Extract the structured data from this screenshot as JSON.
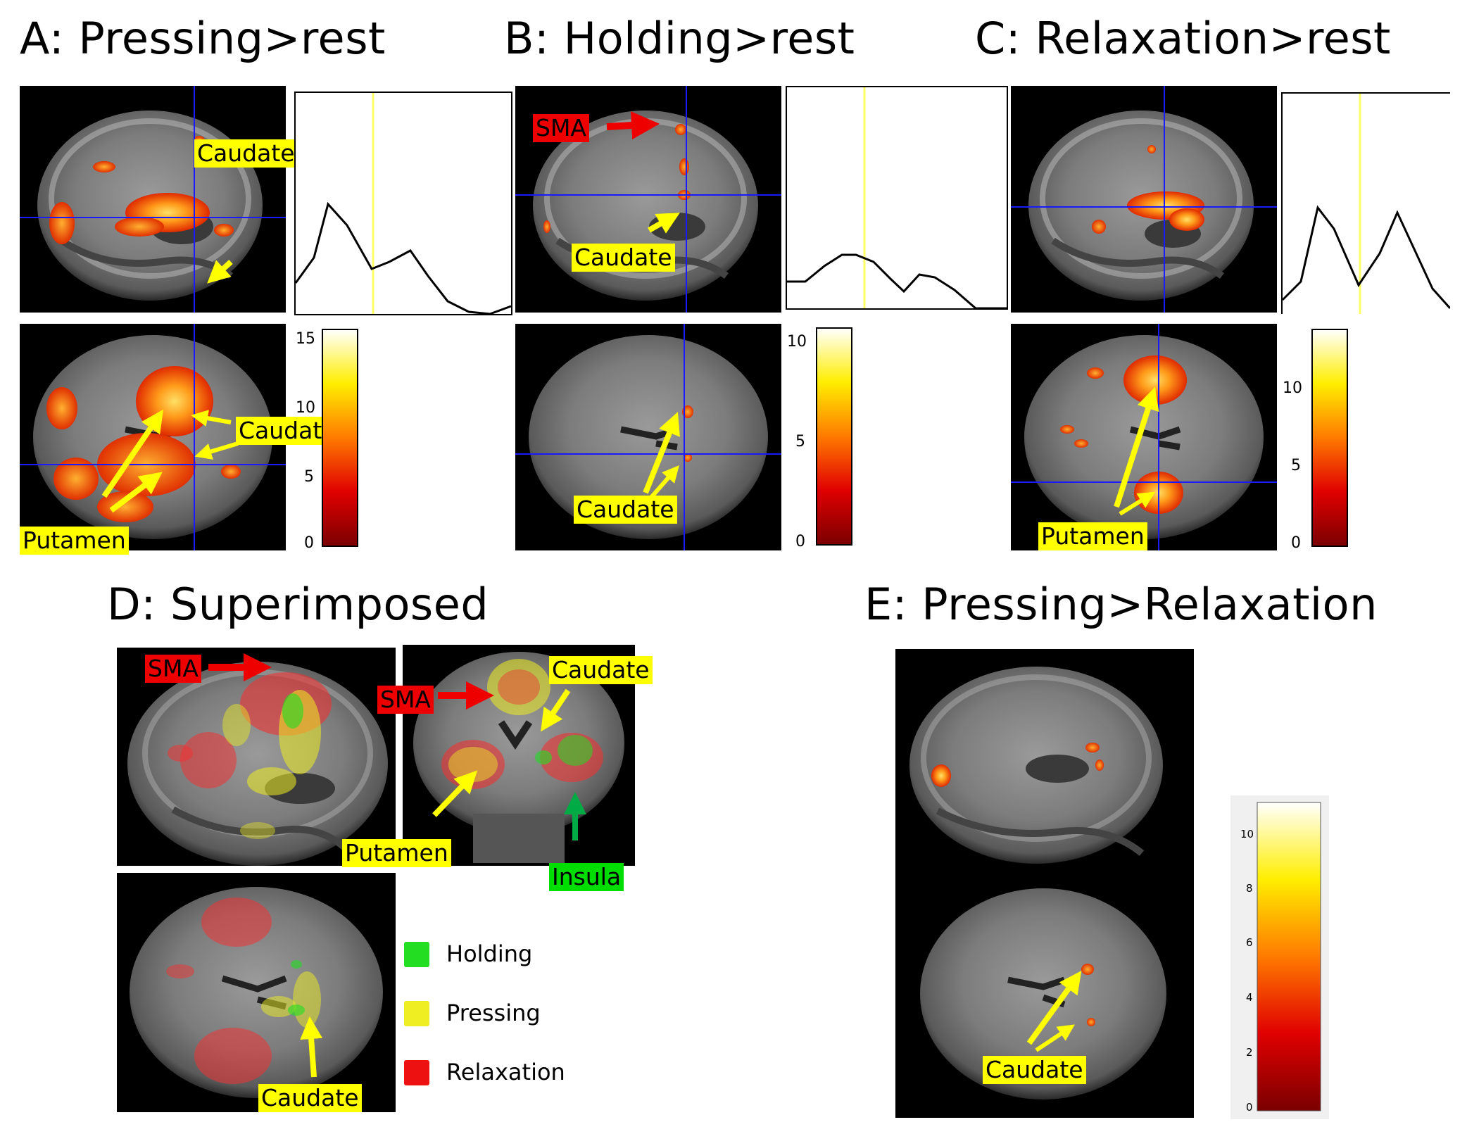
{
  "panels": {
    "a": {
      "title": "A: Pressing>rest",
      "labels": {
        "caudate_sag": "Caudate",
        "caudate_ax": "Caudate",
        "putamen": "Putamen"
      },
      "colorbar_ticks": [
        "15",
        "10",
        "5",
        "0"
      ]
    },
    "b": {
      "title": "B: Holding>rest",
      "labels": {
        "sma": "SMA",
        "caudate_sag": "Caudate",
        "caudate_ax": "Caudate"
      },
      "colorbar_ticks": [
        "10",
        "5",
        "0"
      ]
    },
    "c": {
      "title": "C: Relaxation>rest",
      "labels": {
        "putamen": "Putamen"
      },
      "colorbar_ticks": [
        "10",
        "5",
        "0"
      ]
    },
    "d": {
      "title": "D: Superimposed",
      "labels": {
        "sma_sag": "SMA",
        "sma_cor": "SMA",
        "caudate_cor": "Caudate",
        "putamen": "Putamen",
        "insula": "Insula",
        "caudate_ax": "Caudate"
      },
      "legend": [
        {
          "label": "Holding",
          "color": "#22dd22"
        },
        {
          "label": "Pressing",
          "color": "#eeee22"
        },
        {
          "label": "Relaxation",
          "color": "#ee1111"
        }
      ]
    },
    "e": {
      "title": "E: Pressing>Relaxation",
      "labels": {
        "caudate": "Caudate"
      },
      "colorbar_ticks": [
        "10",
        "8",
        "6",
        "4",
        "2",
        "0"
      ]
    }
  },
  "colors": {
    "activation_hot": "#ffcc00",
    "activation_warm": "#ff5500",
    "crosshair": "#1a1aff",
    "timecourse_marker": "#ffff66",
    "label_bg": "#ffff00",
    "arrow_yellow": "#ffff00",
    "arrow_red": "#ee0000",
    "arrow_green": "#00aa44"
  }
}
